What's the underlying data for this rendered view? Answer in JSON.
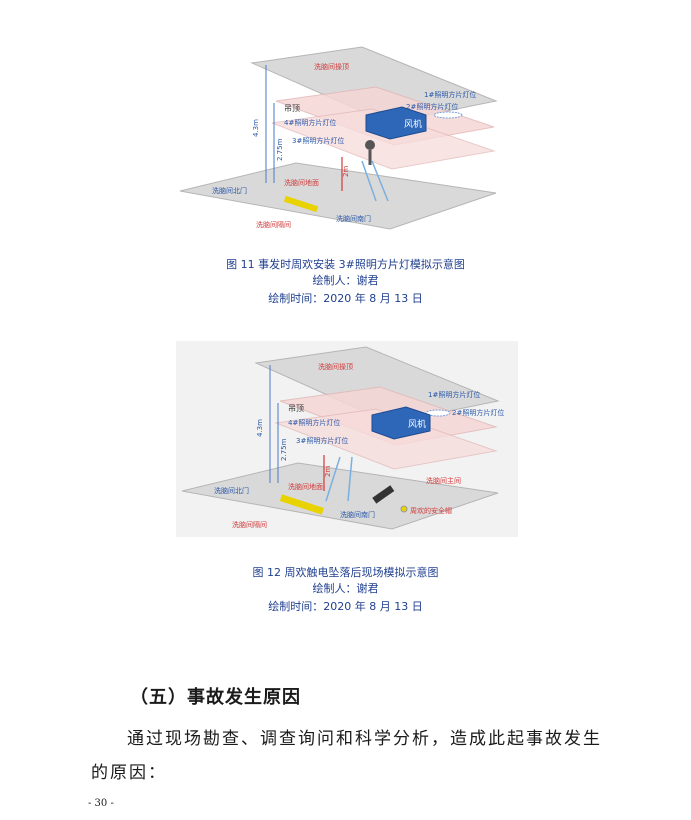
{
  "figure1": {
    "labels": {
      "ceiling_top": "洗脑间操顶",
      "diao_ding": "吊顶",
      "lamp1": "1#照明方片灯位",
      "lamp2": "2#照明方片灯位",
      "lamp3": "3#照明方片灯位",
      "lamp4": "4#照明方片灯位",
      "fan": "风机",
      "h_total": "4.3m",
      "h_ceiling": "2.75m",
      "h_ladder": "2m",
      "floor": "洗脑间地面",
      "north_door": "洗脑间北门",
      "south_door": "洗脑间南门",
      "partition": "洗脑间隔间"
    },
    "caption": "图 11  事发时周欢安装 3#照明方片灯模拟示意图",
    "author": "绘制人：谢君",
    "date": "绘制时间：2020 年 8 月 13 日"
  },
  "figure2": {
    "labels": {
      "ceiling_top": "洗脑间操顶",
      "diao_ding": "吊顶",
      "lamp1": "1#照明方片灯位",
      "lamp2": "2#照明方片灯位",
      "lamp3": "3#照明方片灯位",
      "lamp4": "4#照明方片灯位",
      "fan": "风机",
      "h_total": "4.3m",
      "h_ceiling": "2.75m",
      "h_ladder": "2m",
      "floor": "洗脑间地面",
      "north_door": "洗脑间北门",
      "south_door": "洗脑间南门",
      "partition": "洗脑间隔间",
      "main_room": "洗脑间主间",
      "helmet": "周欢的安全帽"
    },
    "caption": "图 12  周欢触电坠落后现场模拟示意图",
    "author": "绘制人：谢君",
    "date": "绘制时间：2020 年 8 月 13 日"
  },
  "section": {
    "heading": "（五）事故发生原因",
    "paragraph_line1": "通过现场勘查、调查询问和科学分析，造成此起事故发生",
    "paragraph_line2": "的原因："
  },
  "page_number": "- 30 -",
  "colors": {
    "caption_blue": "#1f3f8f",
    "plane_gray": "#d9d9d9",
    "plane_pink": "#f6d6d6",
    "fan_blue": "#2e66b8",
    "label_blue": "#2a58a8",
    "label_red": "#d23a3a",
    "ladder_yellow": "#e8d200"
  }
}
